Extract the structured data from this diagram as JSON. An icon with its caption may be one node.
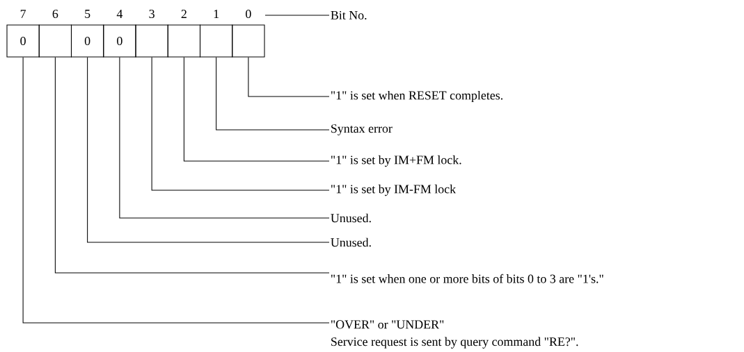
{
  "diagram": {
    "nodes": [
      {
        "text": [
          "Bit No."
        ]
      },
      {
        "text": [
          "0"
        ]
      },
      {
        "text": [],
        "shape": "box"
      },
      {
        "text": [
          "0"
        ]
      },
      {
        "text": [
          "0"
        ]
      },
      {
        "text": [],
        "shape": "box"
      },
      {
        "text": [],
        "shape": "box"
      },
      {
        "text": [],
        "shape": "box"
      },
      {
        "text": [],
        "shape": "box"
      },
      {
        "text": [
          "\"1\" is set when RESET completes."
        ]
      },
      {
        "text": [
          "Syntax error"
        ]
      },
      {
        "text": [
          "\"1\" is set by IM+FM lock."
        ]
      },
      {
        "text": [
          "\"1\" is set by IM-FM lock"
        ]
      },
      {
        "text": [
          "Unused."
        ]
      },
      {
        "text": [
          "Unused."
        ]
      },
      {
        "text": [
          "\"1\" is set when one or more bits of bits 0 to 3 are \"1's.\""
        ]
      },
      {
        "text": [
          "\"OVER\" or \"UNDER\"",
          "Service request is sent by query command \"RE?\"."
        ]
      }
    ],
    "edges": [
      {
        "from": 0,
        "to": null,
        "arrow": "none"
      },
      {
        "from": 8,
        "to": 9,
        "arrow": "none"
      },
      {
        "from": 7,
        "to": 10,
        "arrow": "none"
      },
      {
        "from": 6,
        "to": 11,
        "arrow": "none"
      },
      {
        "from": 5,
        "to": 12,
        "arrow": "none"
      },
      {
        "from": 4,
        "to": 13,
        "arrow": "none"
      },
      {
        "from": 3,
        "to": 14,
        "arrow": "none"
      },
      {
        "from": 2,
        "to": 15,
        "arrow": "none"
      },
      {
        "from": 1,
        "to": 16,
        "arrow": "none"
      }
    ],
    "labels": [
      "7",
      "6",
      "5",
      "4",
      "3",
      "2",
      "1",
      "0"
    ]
  }
}
